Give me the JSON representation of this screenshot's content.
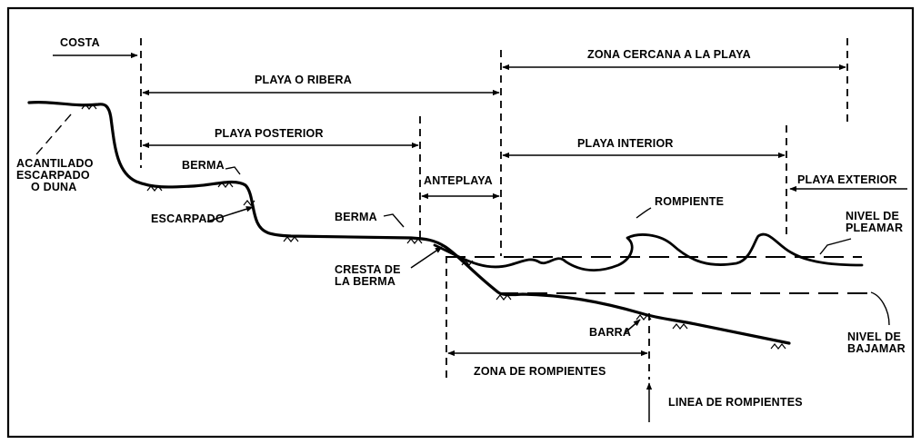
{
  "labels": {
    "costa": "COSTA",
    "playa_ribera": "PLAYA O RIBERA",
    "zona_cercana": "ZONA CERCANA A LA PLAYA",
    "playa_posterior": "PLAYA POSTERIOR",
    "playa_interior": "PLAYA INTERIOR",
    "anteplaya": "ANTEPLAYA",
    "playa_exterior": "PLAYA EXTERIOR",
    "acantilado": [
      "ACANTILADO",
      "ESCARPADO",
      "O DUNA"
    ],
    "berma_1": "BERMA",
    "berma_2": "BERMA",
    "escarpado": "ESCARPADO",
    "rompiente": "ROMPIENTE",
    "nivel_pleamar": [
      "NIVEL DE",
      "PLEAMAR"
    ],
    "cresta_berma": [
      "CRESTA DE",
      "LA BERMA"
    ],
    "barra": "BARRA",
    "nivel_bajamar": [
      "NIVEL DE",
      "BAJAMAR"
    ],
    "zona_rompientes": "ZONA DE ROMPIENTES",
    "linea_rompientes": "LINEA DE ROMPIENTES"
  }
}
